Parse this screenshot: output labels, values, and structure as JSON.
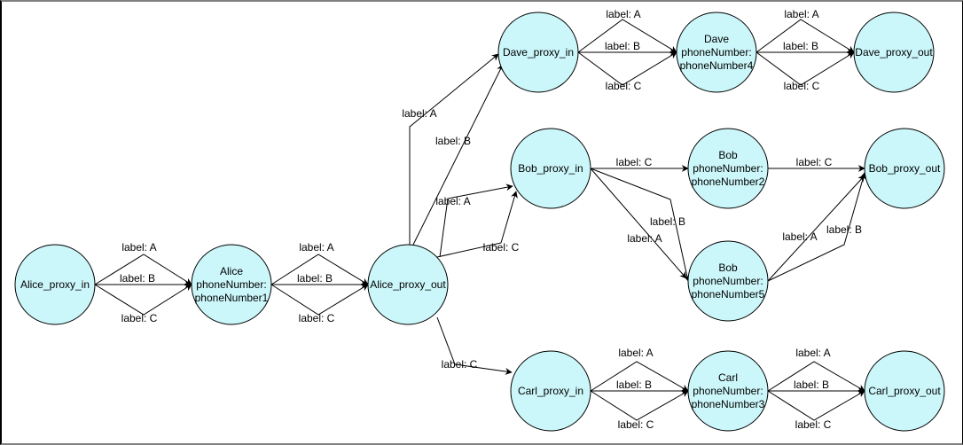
{
  "diagram": {
    "title": "",
    "colors": {
      "node_fill": "#ccf7fa",
      "node_stroke": "#000000",
      "edge": "#000000",
      "background": "#ffffff"
    },
    "nodes": [
      {
        "id": "alice_in",
        "lines": [
          "Alice_proxy_in"
        ]
      },
      {
        "id": "alice_phone",
        "lines": [
          "Alice",
          "phoneNumber:",
          "phoneNumber1"
        ]
      },
      {
        "id": "alice_out",
        "lines": [
          "Alice_proxy_out"
        ]
      },
      {
        "id": "dave_in",
        "lines": [
          "Dave_proxy_in"
        ]
      },
      {
        "id": "dave_phone",
        "lines": [
          "Dave",
          "phoneNumber:",
          "phoneNumber4"
        ]
      },
      {
        "id": "dave_out",
        "lines": [
          "Dave_proxy_out"
        ]
      },
      {
        "id": "bob_in",
        "lines": [
          "Bob_proxy_in"
        ]
      },
      {
        "id": "bob_phone2",
        "lines": [
          "Bob",
          "phoneNumber:",
          "phoneNumber2"
        ]
      },
      {
        "id": "bob_phone5",
        "lines": [
          "Bob",
          "phoneNumber:",
          "phoneNumber5"
        ]
      },
      {
        "id": "bob_out",
        "lines": [
          "Bob_proxy_out"
        ]
      },
      {
        "id": "carl_in",
        "lines": [
          "Carl_proxy_in"
        ]
      },
      {
        "id": "carl_phone",
        "lines": [
          "Carl",
          "phoneNumber:",
          "phoneNumber3"
        ]
      },
      {
        "id": "carl_out",
        "lines": [
          "Carl_proxy_out"
        ]
      }
    ],
    "edges": [
      {
        "from": "alice_in",
        "to": "alice_phone",
        "label": "label: A"
      },
      {
        "from": "alice_in",
        "to": "alice_phone",
        "label": "label: B"
      },
      {
        "from": "alice_in",
        "to": "alice_phone",
        "label": "label: C"
      },
      {
        "from": "alice_phone",
        "to": "alice_out",
        "label": "label: A"
      },
      {
        "from": "alice_phone",
        "to": "alice_out",
        "label": "label: B"
      },
      {
        "from": "alice_phone",
        "to": "alice_out",
        "label": "label: C"
      },
      {
        "from": "alice_out",
        "to": "dave_in",
        "label": "label: A"
      },
      {
        "from": "alice_out",
        "to": "dave_in",
        "label": "label: B"
      },
      {
        "from": "alice_out",
        "to": "bob_in",
        "label": "label: A"
      },
      {
        "from": "alice_out",
        "to": "bob_in",
        "label": "label: C"
      },
      {
        "from": "alice_out",
        "to": "carl_in",
        "label": "label: C"
      },
      {
        "from": "dave_in",
        "to": "dave_phone",
        "label": "label: A"
      },
      {
        "from": "dave_in",
        "to": "dave_phone",
        "label": "label: B"
      },
      {
        "from": "dave_in",
        "to": "dave_phone",
        "label": "label: C"
      },
      {
        "from": "dave_phone",
        "to": "dave_out",
        "label": "label: A"
      },
      {
        "from": "dave_phone",
        "to": "dave_out",
        "label": "label: B"
      },
      {
        "from": "dave_phone",
        "to": "dave_out",
        "label": "label: C"
      },
      {
        "from": "bob_in",
        "to": "bob_phone2",
        "label": "label: C"
      },
      {
        "from": "bob_in",
        "to": "bob_phone5",
        "label": "label: B"
      },
      {
        "from": "bob_in",
        "to": "bob_phone5",
        "label": "label: A"
      },
      {
        "from": "bob_phone2",
        "to": "bob_out",
        "label": "label: C"
      },
      {
        "from": "bob_phone5",
        "to": "bob_out",
        "label": "label: A"
      },
      {
        "from": "bob_phone5",
        "to": "bob_out",
        "label": "label: B"
      },
      {
        "from": "carl_in",
        "to": "carl_phone",
        "label": "label: A"
      },
      {
        "from": "carl_in",
        "to": "carl_phone",
        "label": "label: B"
      },
      {
        "from": "carl_in",
        "to": "carl_phone",
        "label": "label: C"
      },
      {
        "from": "carl_phone",
        "to": "carl_out",
        "label": "label: A"
      },
      {
        "from": "carl_phone",
        "to": "carl_out",
        "label": "label: B"
      },
      {
        "from": "carl_phone",
        "to": "carl_out",
        "label": "label: C"
      }
    ]
  }
}
